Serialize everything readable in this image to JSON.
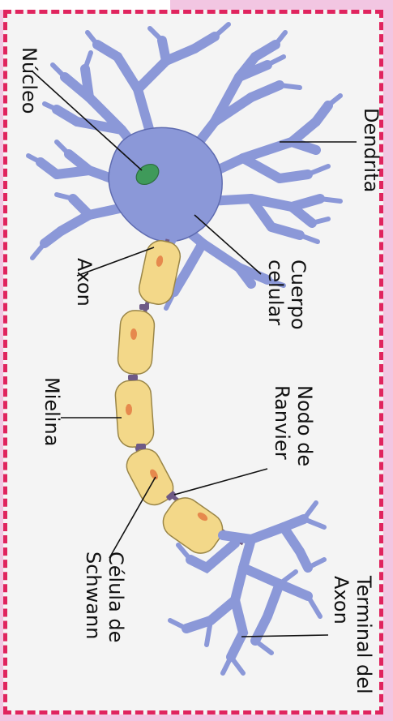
{
  "labels": {
    "nucleo": "Núcleo",
    "dendrita": "Dendrita",
    "axon": "Axon",
    "cuerpo_line1": "Cuerpo",
    "cuerpo_line2": "celular",
    "mielina": "Mielina",
    "nodo_line1": "Nodo de",
    "nodo_line2": "Ranvier",
    "schwann_line1": "Célula de",
    "schwann_line2": "Schwann",
    "terminal_line1": "Terminal del",
    "terminal_line2": "Axon"
  },
  "colors": {
    "frame_border": "#e0245e",
    "background_outer": "#f2c6e2",
    "cell_body": "#8b98d8",
    "nucleus": "#3f9a5a",
    "myelin": "#f3d889",
    "myelin_nucleus": "#e6894d"
  }
}
